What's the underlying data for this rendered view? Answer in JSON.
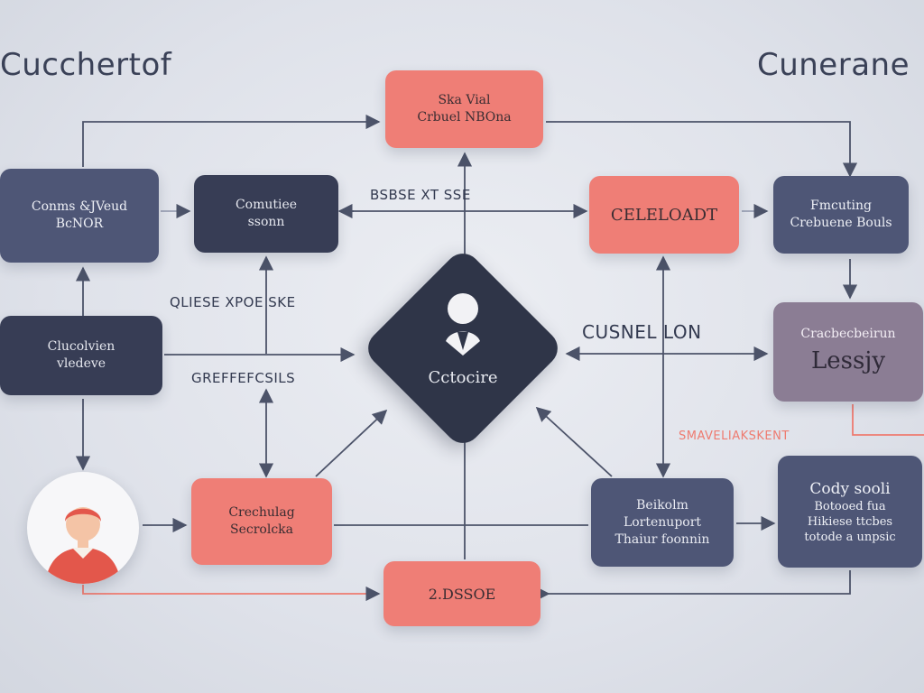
{
  "header": {
    "left_title": "Cucchertof",
    "right_title": "Cunerane"
  },
  "nodes": {
    "top_center": {
      "line1": "Ska Vial",
      "line2": "Crbuel NBOna"
    },
    "left_top": {
      "line1": "Conms &JVeud",
      "line2": "BcNOR"
    },
    "center_left_top": {
      "line1": "Comutiee",
      "line2": "ssonn"
    },
    "celeloadt": {
      "line1": "CELELOADT",
      "line2": ""
    },
    "right_top": {
      "line1": "Fmcuting",
      "line2": "Crebuene Bouls"
    },
    "left_middle": {
      "line1": "Clucolvien",
      "line2": "vledeve"
    },
    "right_middle": {
      "line1": "Cracbecbeirun",
      "line2": "Lessjy"
    },
    "center_bottom_left": {
      "line1": "Crechulag",
      "line2": "Secrolcka"
    },
    "center_bottom_right": {
      "line1": "Beikolm",
      "line2": "Lortenuport",
      "line3": "Thaiur foonnin"
    },
    "right_bottom": {
      "line1": "Cody sooli",
      "line2": "Botooed fua",
      "line3": "Hikiese ttcbes",
      "line4": "totode a unpsic"
    },
    "bottom_center": {
      "line1": "2.DSSOE"
    }
  },
  "center_node": {
    "label": "Cctocire"
  },
  "edge_labels": {
    "top_right_edge": "BSBSE XT SSE",
    "left_middle_upper": "QLIESE XPOE SKE",
    "left_middle_lower": "GREFFEFCSILS",
    "center_right": "CUSNEL LON",
    "right_red": "SMAVELIAKSKENT"
  },
  "colors": {
    "dark_node": "#373d55",
    "slate_node": "#4e5676",
    "coral_node": "#ef7e76",
    "mauve_node": "#8b7d94",
    "center_diamond": "#2f3548",
    "connector": "#4c5369",
    "accent_red": "#ee7b70"
  },
  "icons": {
    "center_icon": "person-icon",
    "avatar_icon": "user-avatar-icon"
  }
}
